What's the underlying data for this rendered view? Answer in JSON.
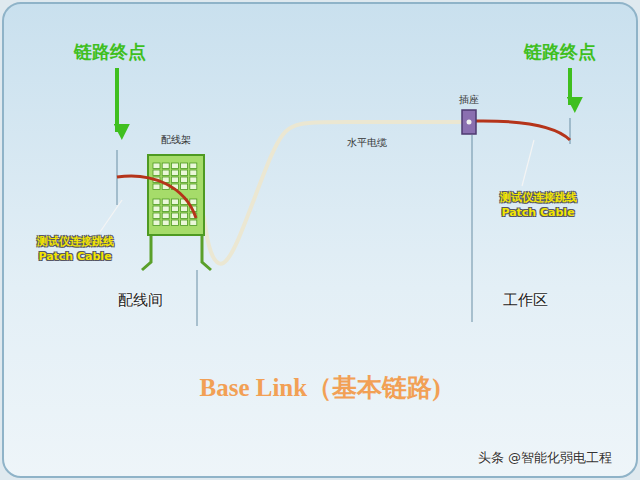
{
  "diagram": {
    "title": "Base Link（基本链路)",
    "nodes": [
      {
        "text": [
          "配线架"
        ]
      },
      {
        "text": [
          "插座"
        ]
      }
    ],
    "edges": [
      {
        "from": 0,
        "to": 1,
        "label": "水平电缆",
        "arrow": "none"
      }
    ],
    "labels": [
      "链路终点",
      "链路终点",
      "测试仪连接跳线 Patch Cable",
      "测试仪连接跳线 Patch Cable",
      "配线间",
      "工作区",
      "头条 @智能化弱电工程"
    ]
  }
}
